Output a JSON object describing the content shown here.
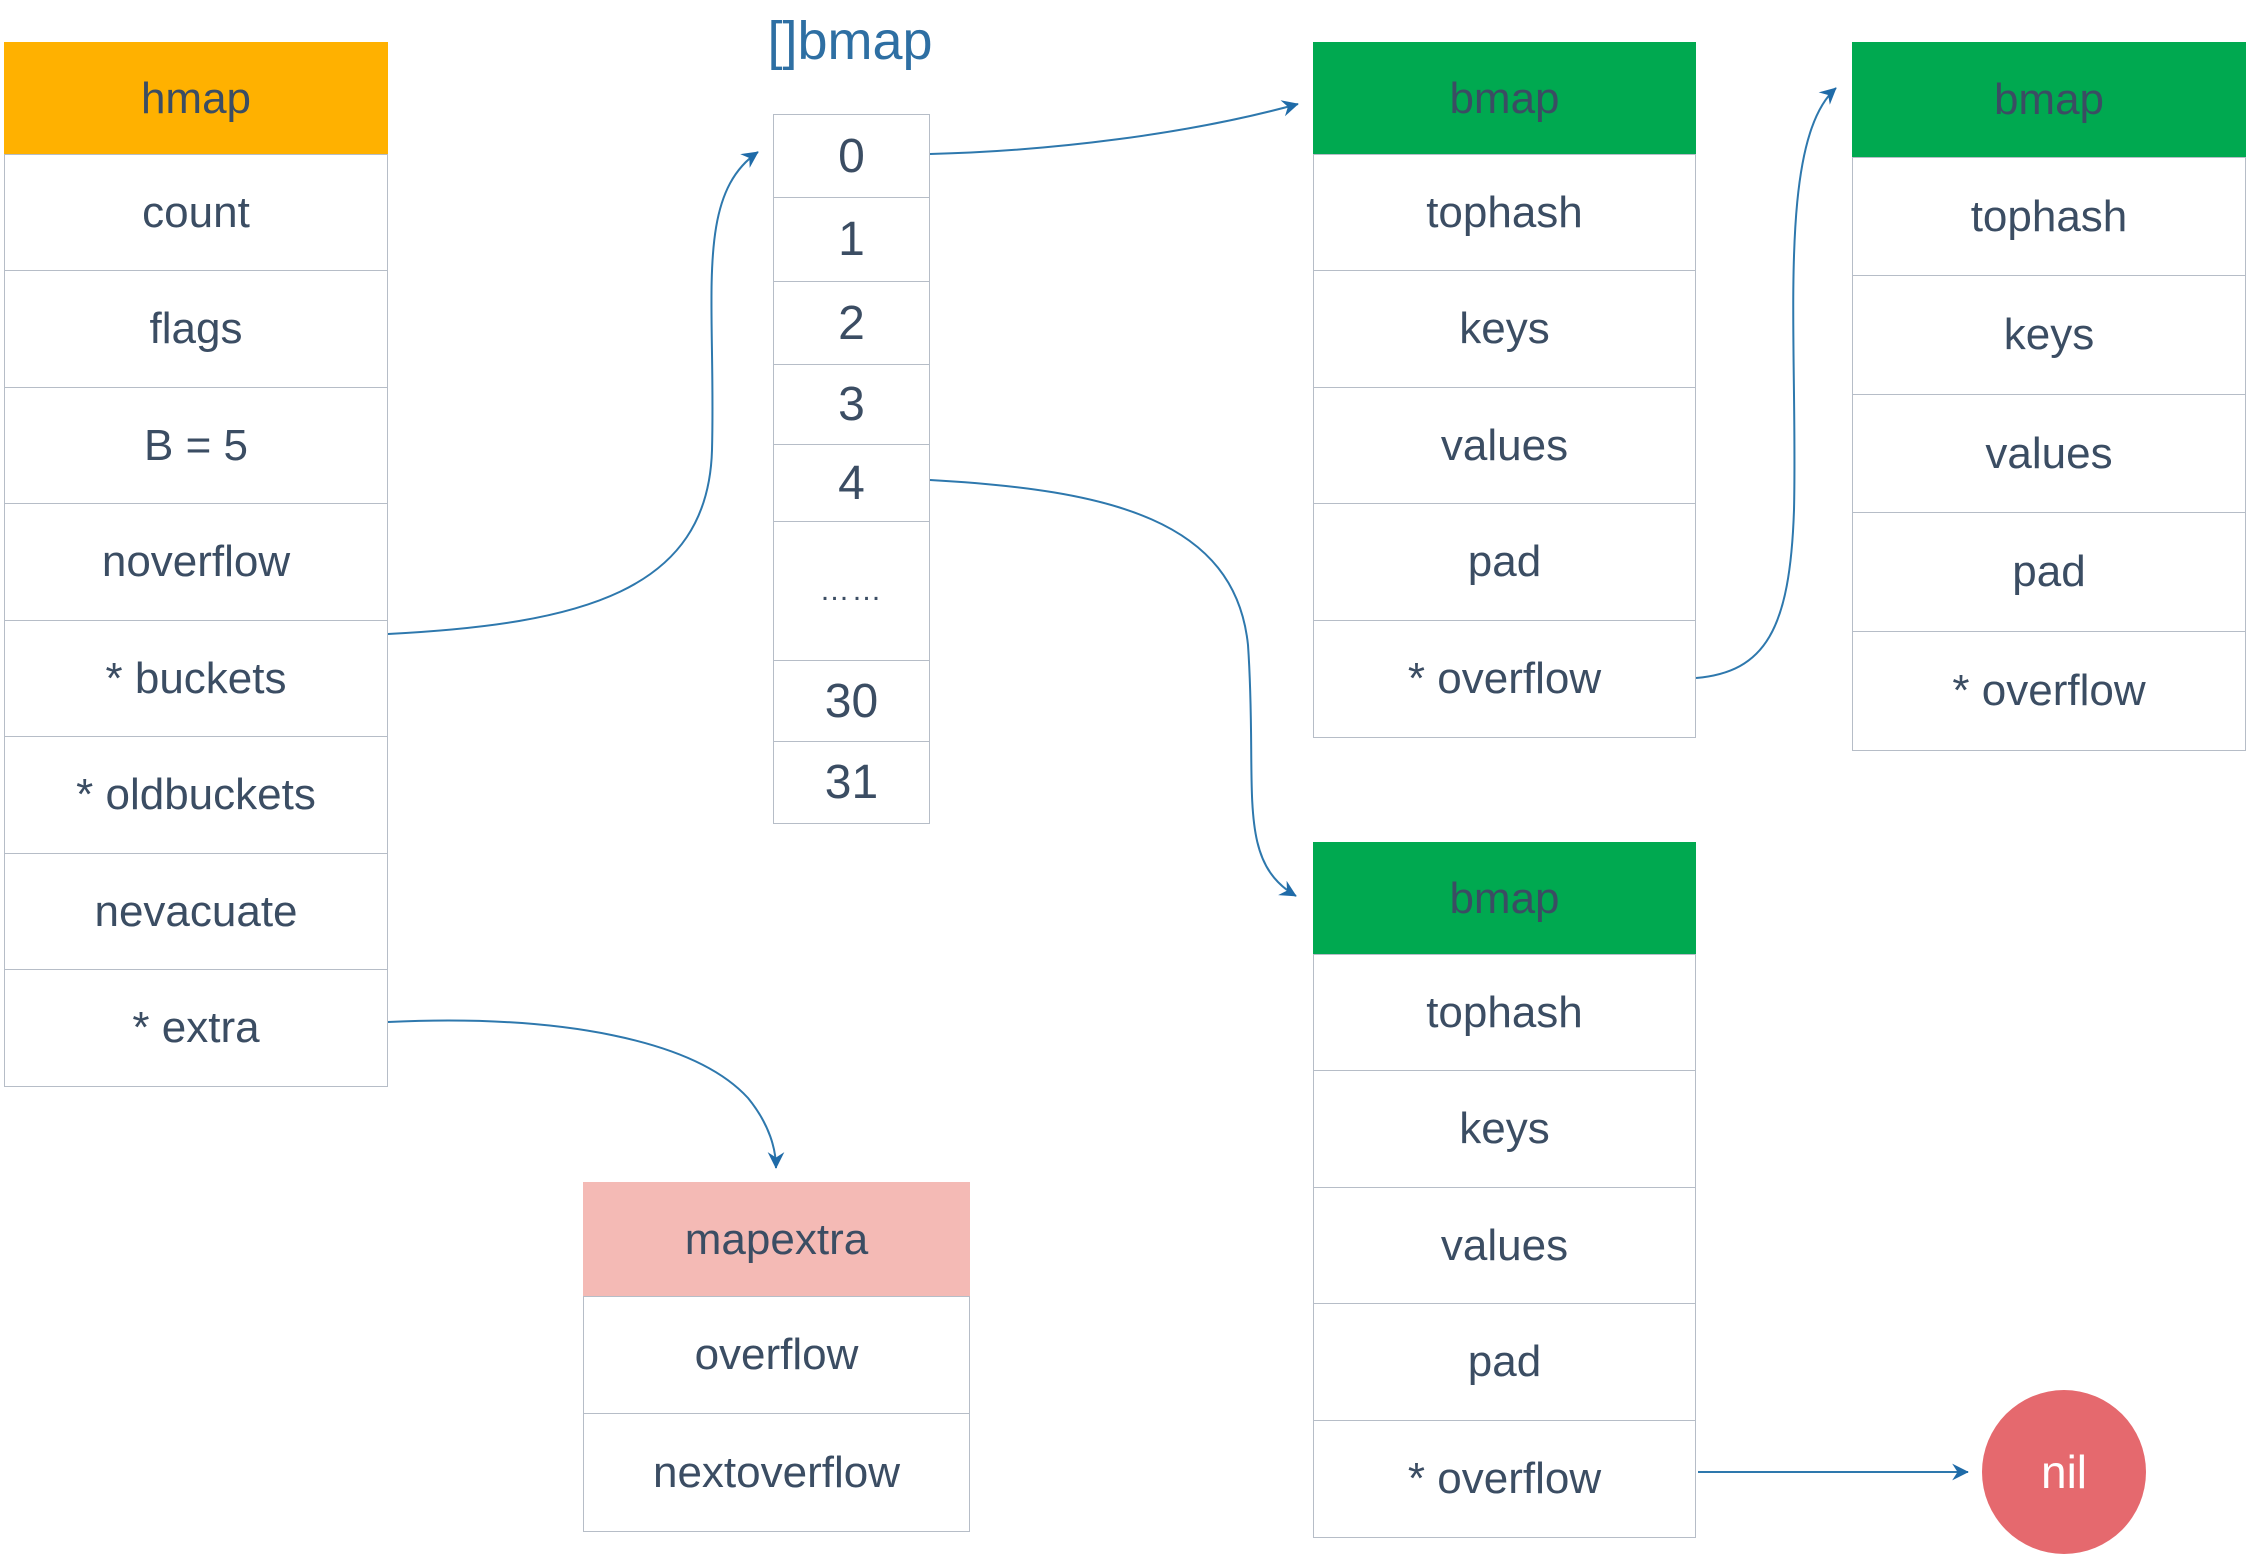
{
  "title": "[]bmap",
  "colors": {
    "hmap_header": "#FFB100",
    "bmap_header": "#00A950",
    "mapextra_header": "#F4BAB5",
    "nil_fill": "#E5696E",
    "text": "#3B4D63",
    "title_text": "#2E6FA3",
    "arrow": "#2E78AD",
    "border": "#B6BDC7"
  },
  "hmap": {
    "header": "hmap",
    "rows": [
      "count",
      "flags",
      "B = 5",
      "noverflow",
      "* buckets",
      "* oldbuckets",
      "nevacuate",
      "* extra"
    ]
  },
  "bucket_array": {
    "cells": [
      "0",
      "1",
      "2",
      "3",
      "4",
      "……",
      "30",
      "31"
    ]
  },
  "bmap1": {
    "header": "bmap",
    "rows": [
      "tophash",
      "keys",
      "values",
      "pad",
      "* overflow"
    ]
  },
  "bmap2": {
    "header": "bmap",
    "rows": [
      "tophash",
      "keys",
      "values",
      "pad",
      "* overflow"
    ]
  },
  "bmap3": {
    "header": "bmap",
    "rows": [
      "tophash",
      "keys",
      "values",
      "pad",
      "* overflow"
    ]
  },
  "mapextra": {
    "header": "mapextra",
    "rows": [
      "overflow",
      "nextoverflow"
    ]
  },
  "nil_label": "nil",
  "connections": [
    {
      "from": "hmap.* buckets",
      "to": "bucket_array.0"
    },
    {
      "from": "bucket_array.0",
      "to": "bmap1"
    },
    {
      "from": "bucket_array.4",
      "to": "bmap3"
    },
    {
      "from": "bmap1.* overflow",
      "to": "bmap2"
    },
    {
      "from": "hmap.* extra",
      "to": "mapextra"
    },
    {
      "from": "bmap3.* overflow",
      "to": "nil"
    }
  ]
}
